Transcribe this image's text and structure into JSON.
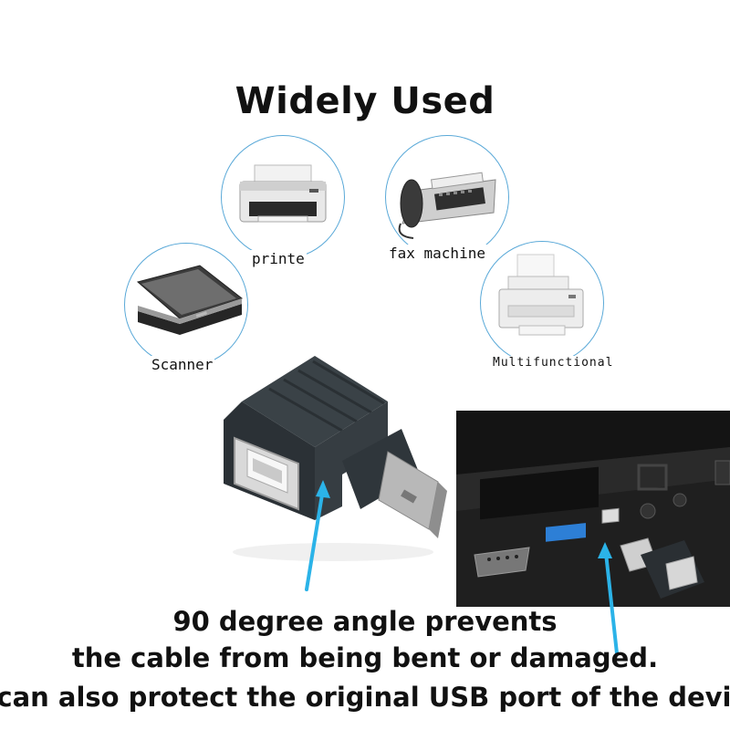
{
  "title": "Widely Used",
  "devices": [
    {
      "label": "printe",
      "icon": "printer-icon"
    },
    {
      "label": "fax machine",
      "icon": "fax-machine-icon"
    },
    {
      "label": "Scanner",
      "icon": "scanner-icon"
    },
    {
      "label": "Multifunctional",
      "icon": "multifunction-printer-icon"
    }
  ],
  "caption": {
    "line1": "90 degree angle prevents",
    "line2": "the cable from being bent or damaged.",
    "line3": "It can also protect the original USB port of the device"
  },
  "colors": {
    "accent": "#5aa9d8",
    "pointer": "#2bb3e8",
    "adapter": "#2b3136"
  }
}
